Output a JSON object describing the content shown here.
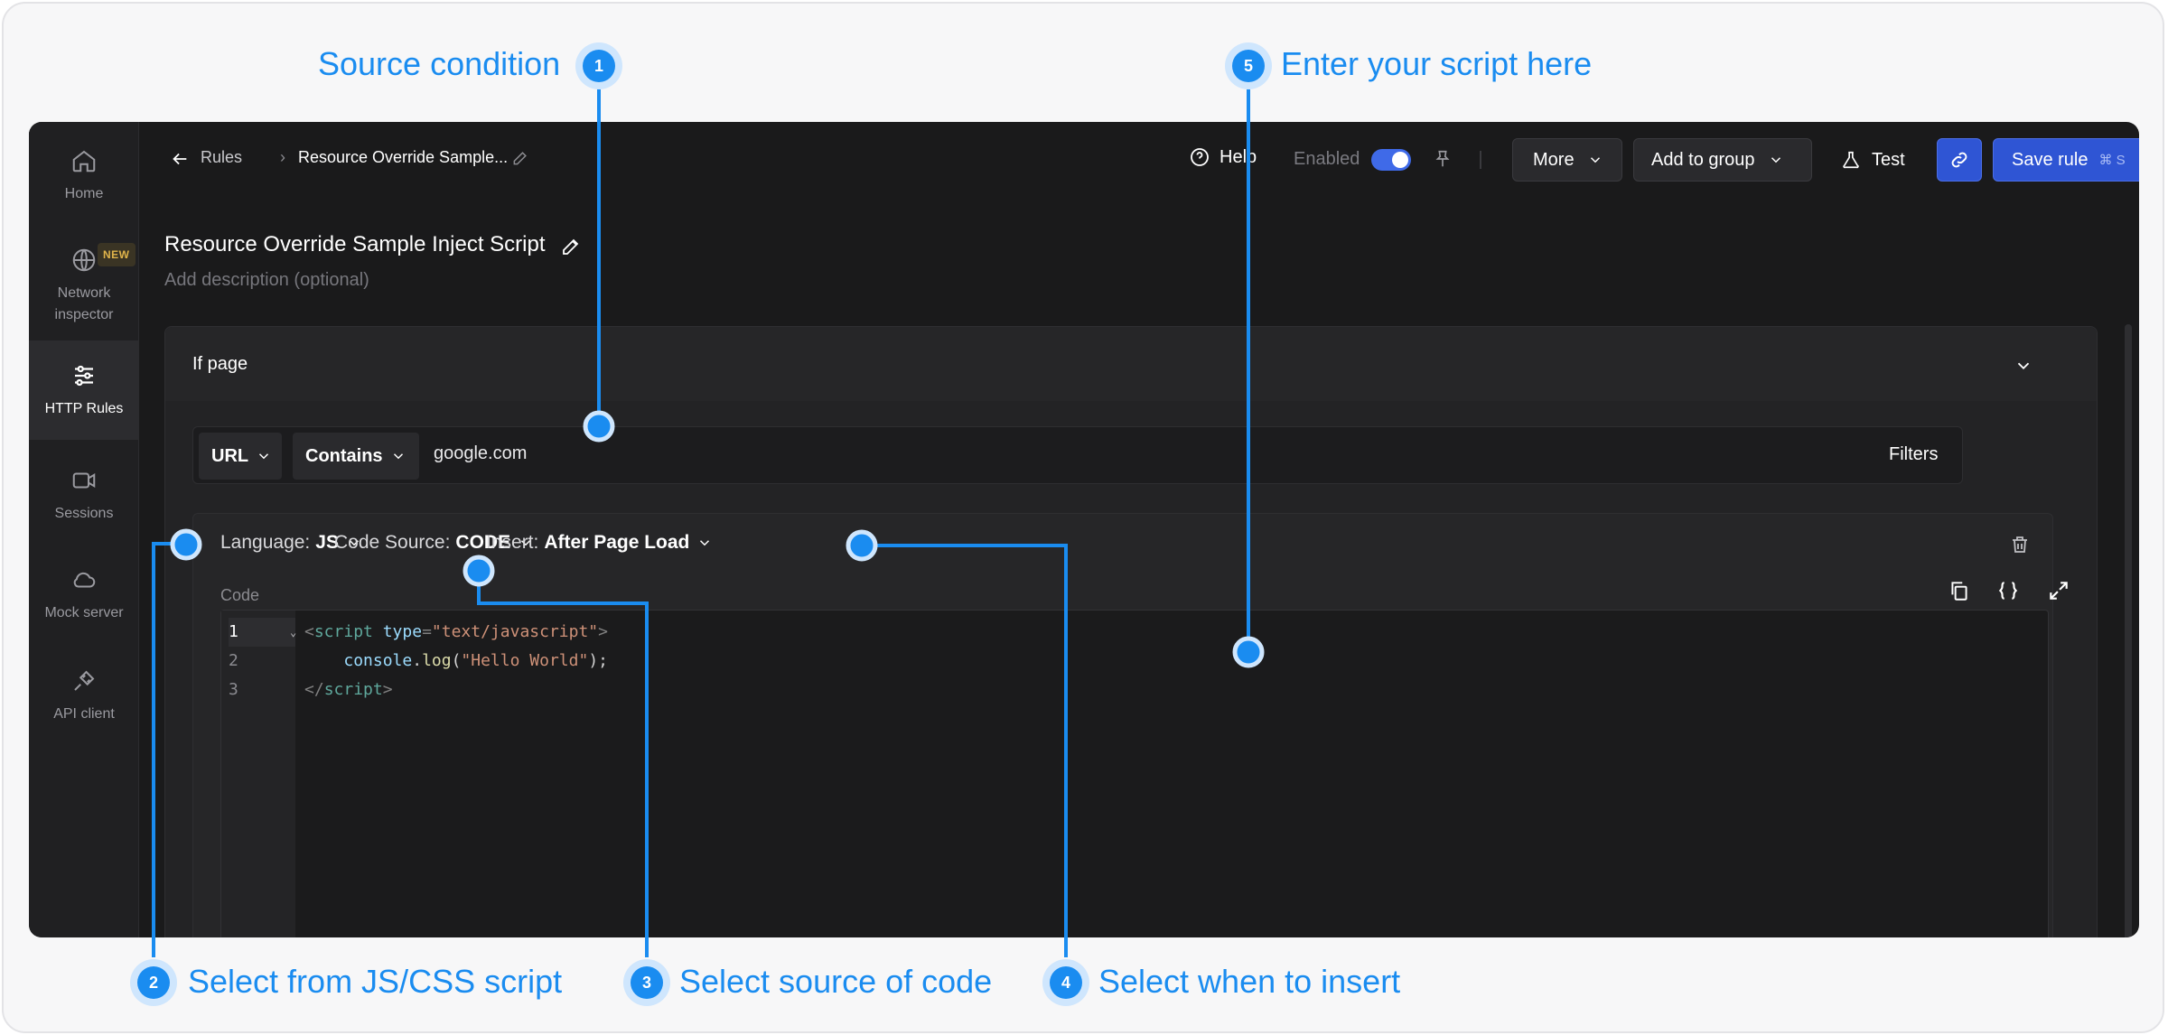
{
  "sidebar": {
    "items": [
      {
        "label": "Home",
        "icon": "home-icon"
      },
      {
        "label": "Network\ninspector",
        "icon": "globe-icon",
        "badge": "NEW"
      },
      {
        "label": "HTTP Rules",
        "icon": "sliders-icon",
        "active": true
      },
      {
        "label": "Sessions",
        "icon": "video-icon"
      },
      {
        "label": "Mock server",
        "icon": "cloud-icon"
      },
      {
        "label": "API client",
        "icon": "plug-icon"
      }
    ]
  },
  "breadcrumb": {
    "root": "Rules",
    "separator": "›",
    "current": "Resource Override Sample..."
  },
  "toolbar": {
    "help_label": "Help",
    "enabled_label": "Enabled",
    "enabled": true,
    "more_label": "More",
    "add_group_label": "Add to group",
    "test_label": "Test",
    "save_label": "Save rule",
    "save_shortcut": "⌘ S"
  },
  "rule": {
    "title": "Resource Override Sample Inject Script",
    "description_placeholder": "Add description (optional)"
  },
  "if_page": {
    "label": "If page",
    "url_option": "URL",
    "operator": "Contains",
    "value": "google.com",
    "filters_label": "Filters"
  },
  "script": {
    "language_label": "Language:",
    "language_value": "JS",
    "source_label": "Code Source:",
    "source_value": "CODE",
    "insert_label": "Insert:",
    "insert_value": "After Page Load",
    "code_label": "Code",
    "line_numbers": [
      "1",
      "2",
      "3"
    ],
    "fold_marker": "⌄"
  },
  "code": {
    "l1_open": "<",
    "l1_tag": "script",
    "l1_attr": " type",
    "l1_eq": "=",
    "l1_str": "\"text/javascript\"",
    "l1_close": ">",
    "l2_indent": "    ",
    "l2_obj": "console",
    "l2_dot": ".",
    "l2_fn": "log",
    "l2_paren_open": "(",
    "l2_str": "\"Hello World\"",
    "l2_paren_close": ");",
    "l3_open": "</",
    "l3_tag": "script",
    "l3_close": ">"
  },
  "annotations": [
    {
      "number": "1",
      "text": "Source condition"
    },
    {
      "number": "2",
      "text": "Select from JS/CSS script"
    },
    {
      "number": "3",
      "text": "Select source of code"
    },
    {
      "number": "4",
      "text": "Select when to insert"
    },
    {
      "number": "5",
      "text": "Enter your script here"
    }
  ],
  "colors": {
    "accent": "#1a8cf0",
    "primary_button": "#2f55d4",
    "app_bg": "#1a1a1b",
    "new_badge": "#e0b44a"
  }
}
